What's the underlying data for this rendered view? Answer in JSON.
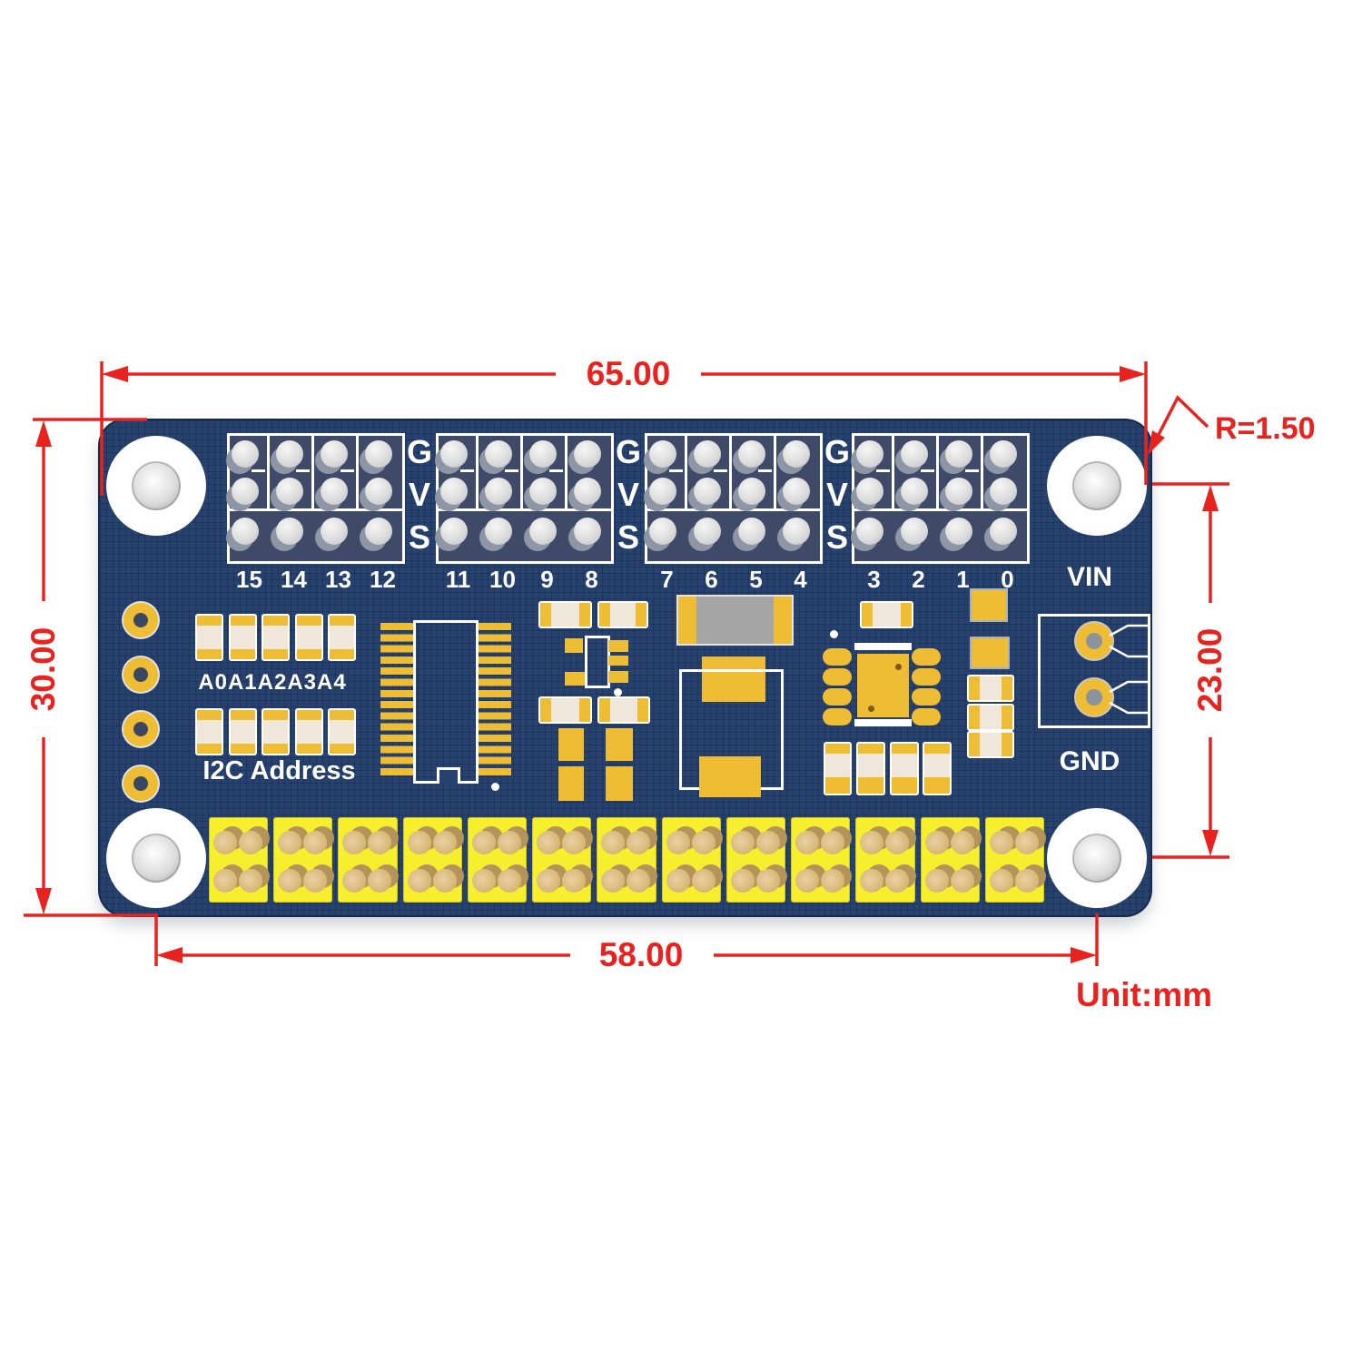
{
  "unit_note": "Unit:mm",
  "dimensions": {
    "board_width": "65.00",
    "board_height": "30.00",
    "hole_span_horizontal": "58.00",
    "hole_span_vertical": "23.00",
    "corner_radius": "R=1.50"
  },
  "board": {
    "pin_labels": [
      "G",
      "V",
      "S"
    ],
    "connectors": [
      {
        "channels": [
          "15",
          "14",
          "13",
          "12"
        ]
      },
      {
        "channels": [
          "11",
          "10",
          "9",
          "8"
        ]
      },
      {
        "channels": [
          "7",
          "6",
          "5",
          "4"
        ]
      },
      {
        "channels": [
          "3",
          "2",
          "1",
          "0"
        ]
      }
    ],
    "power": {
      "vin": "VIN",
      "gnd": "GND"
    },
    "i2c": {
      "label": "I2C Address",
      "address_bits": "A0A1A2A3A4"
    }
  },
  "colors": {
    "board_blue": "#27426f",
    "connector_dark": "#3e4a68",
    "pad_gold": "#efbd33",
    "header_yellow": "#f6ef2d",
    "dimension_red": "#e8231f",
    "silkscreen_white": "#ffffff"
  }
}
